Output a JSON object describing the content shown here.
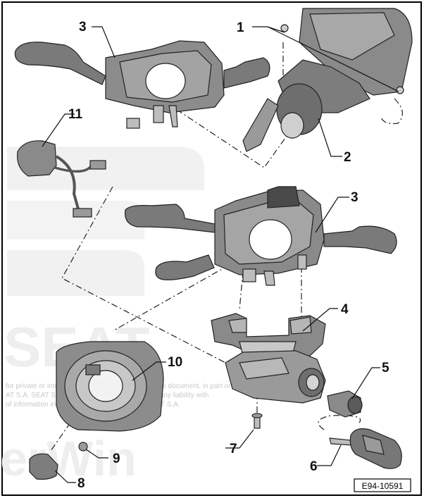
{
  "diagram": {
    "reference_code": "E94-10591",
    "callouts": [
      "1",
      "2",
      "3",
      "3",
      "4",
      "5",
      "6",
      "7",
      "8",
      "9",
      "10",
      "11"
    ],
    "watermark": {
      "brand": "SEAT",
      "line1": "for private or internal purposes only. Copying of this document, in part or in whole, is not",
      "line2": "AT S.A. SEAT S.A. does not guarantee or accept any liability with",
      "line3": "of information in this document. Copyright by SEAT S.A.",
      "mark": "erWin"
    }
  }
}
